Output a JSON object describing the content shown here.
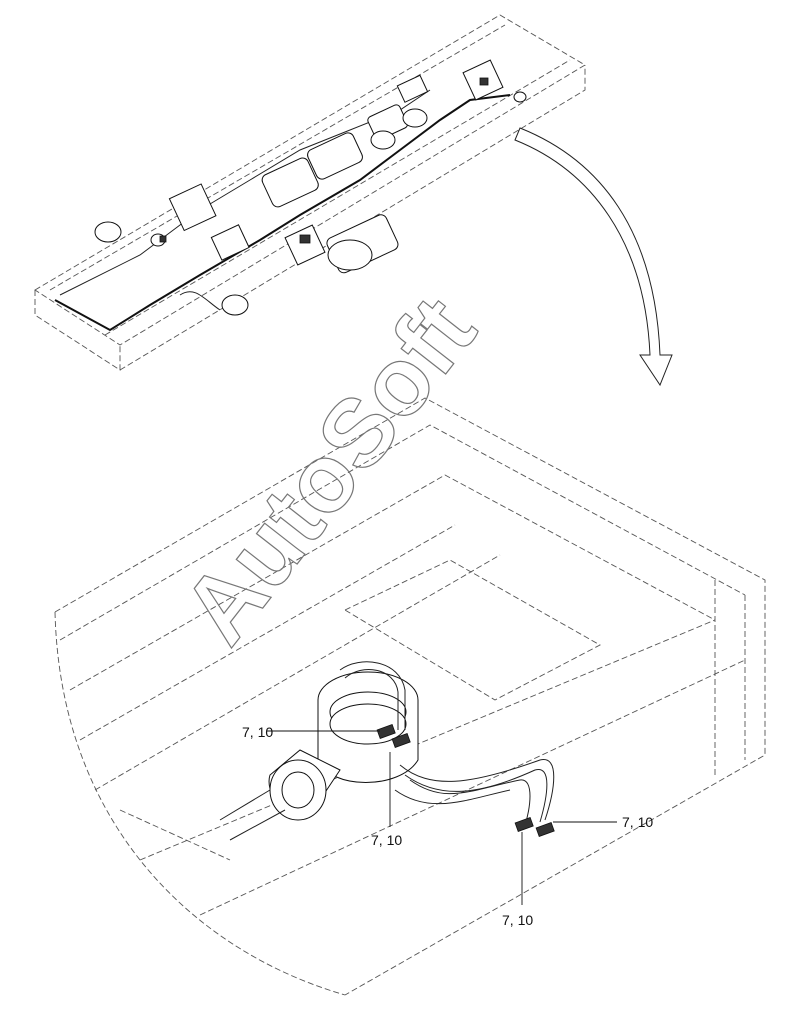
{
  "watermark": "AutoSoft",
  "callouts": [
    {
      "label": "7, 10"
    },
    {
      "label": "7, 10"
    },
    {
      "label": "7, 10"
    },
    {
      "label": "7, 10"
    }
  ]
}
